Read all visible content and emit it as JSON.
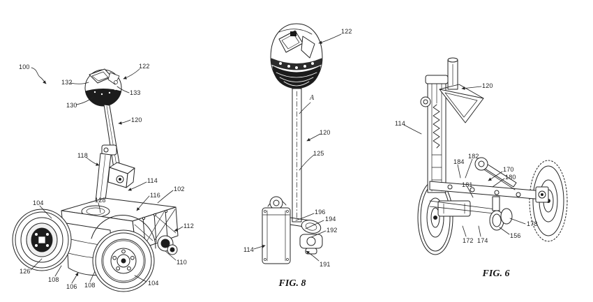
{
  "colors": {
    "background": "#ffffff",
    "ink": "#222222",
    "dark_fill": "#1c1c1c"
  },
  "figures": [
    {
      "name": "robot-perspective-view",
      "caption": "",
      "labels": [
        {
          "text": "100"
        },
        {
          "text": "132"
        },
        {
          "text": "122"
        },
        {
          "text": "133"
        },
        {
          "text": "130"
        },
        {
          "text": "120"
        },
        {
          "text": "118"
        },
        {
          "text": "114"
        },
        {
          "text": "102"
        },
        {
          "text": "116"
        },
        {
          "text": "112"
        },
        {
          "text": "104"
        },
        {
          "text": "128"
        },
        {
          "text": "110"
        },
        {
          "text": "126"
        },
        {
          "text": "108"
        },
        {
          "text": "106"
        },
        {
          "text": "108"
        },
        {
          "text": "104"
        }
      ]
    },
    {
      "name": "mast-assembly-view",
      "caption": "FIG. 8",
      "labels": [
        {
          "text": "122"
        },
        {
          "text": "A"
        },
        {
          "text": "120"
        },
        {
          "text": "125"
        },
        {
          "text": "196"
        },
        {
          "text": "194"
        },
        {
          "text": "192"
        },
        {
          "text": "114"
        },
        {
          "text": "191"
        }
      ]
    },
    {
      "name": "chassis-rear-view",
      "caption": "FIG. 6",
      "labels": [
        {
          "text": "120"
        },
        {
          "text": "114"
        },
        {
          "text": "184"
        },
        {
          "text": "182"
        },
        {
          "text": "170"
        },
        {
          "text": "180"
        },
        {
          "text": "181"
        },
        {
          "text": "178"
        },
        {
          "text": "156"
        },
        {
          "text": "172"
        },
        {
          "text": "174"
        }
      ]
    }
  ]
}
